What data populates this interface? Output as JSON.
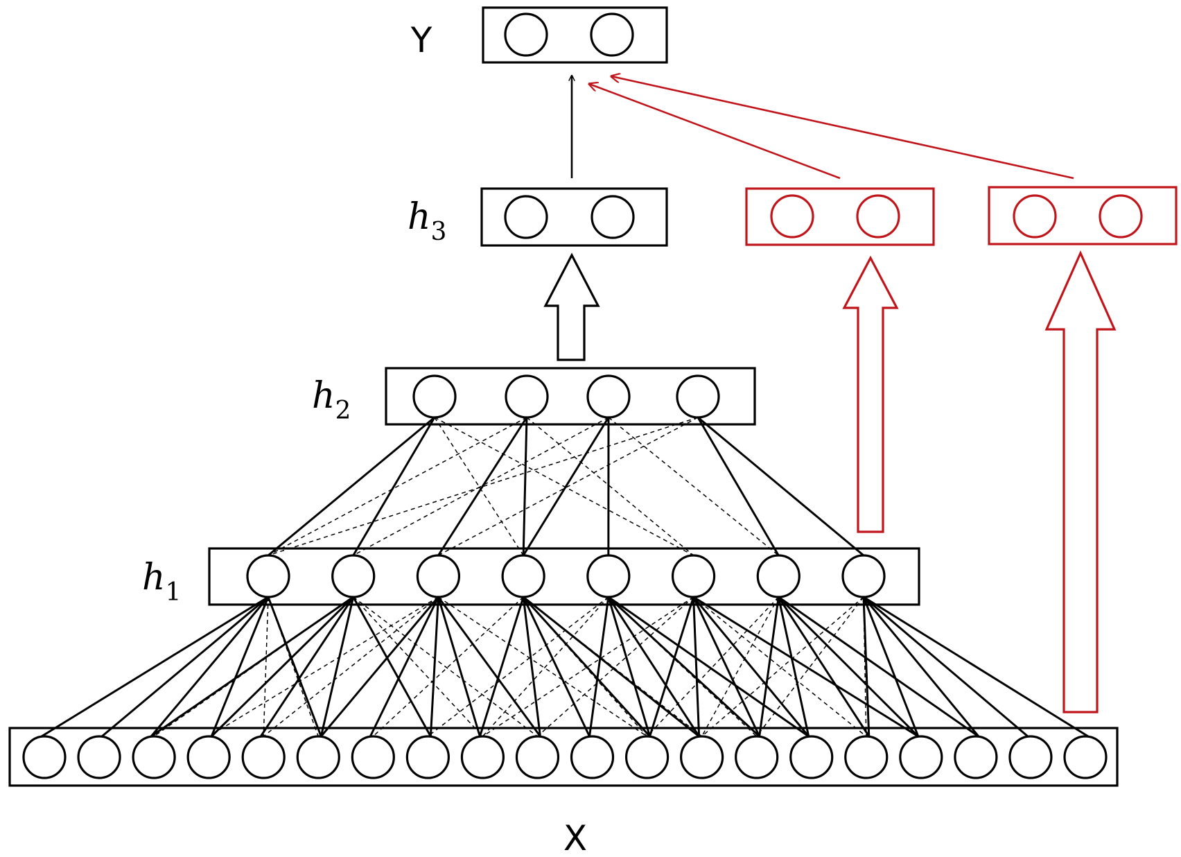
{
  "colors": {
    "main": "#000000",
    "accent": "#c0151b",
    "background": "#ffffff"
  },
  "labels": {
    "input": "X",
    "output": "Y",
    "h1": {
      "base": "h",
      "sub": "1"
    },
    "h2": {
      "base": "h",
      "sub": "2"
    },
    "h3": {
      "base": "h",
      "sub": "3"
    }
  },
  "layers": {
    "input_units": 20,
    "h1_units": 8,
    "h2_units": 4,
    "h3_units": 2,
    "output_units": 2,
    "red_branch_units": [
      2,
      2
    ]
  }
}
